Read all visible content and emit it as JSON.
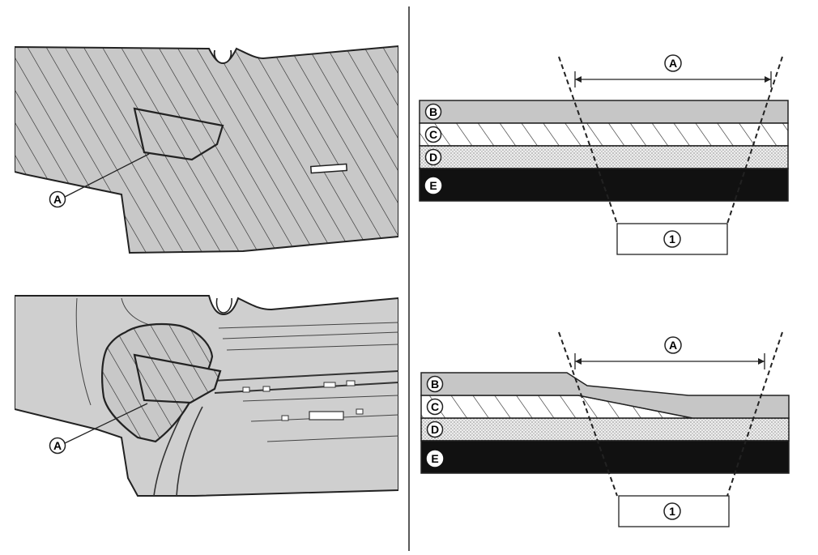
{
  "panels": {
    "top_left": {
      "callout_label": "A"
    },
    "bottom_left": {
      "callout_label": "A"
    },
    "top_right": {
      "span_label": "A",
      "layers": [
        "B",
        "C",
        "D",
        "E"
      ],
      "box_label": "1"
    },
    "bottom_right": {
      "span_label": "A",
      "layers": [
        "B",
        "C",
        "D",
        "E"
      ],
      "box_label": "1"
    }
  },
  "colors": {
    "panel_fill": "#c8c8c8",
    "layer_b": "#c6c6c6",
    "layer_e": "#111111",
    "outline": "#222222"
  }
}
